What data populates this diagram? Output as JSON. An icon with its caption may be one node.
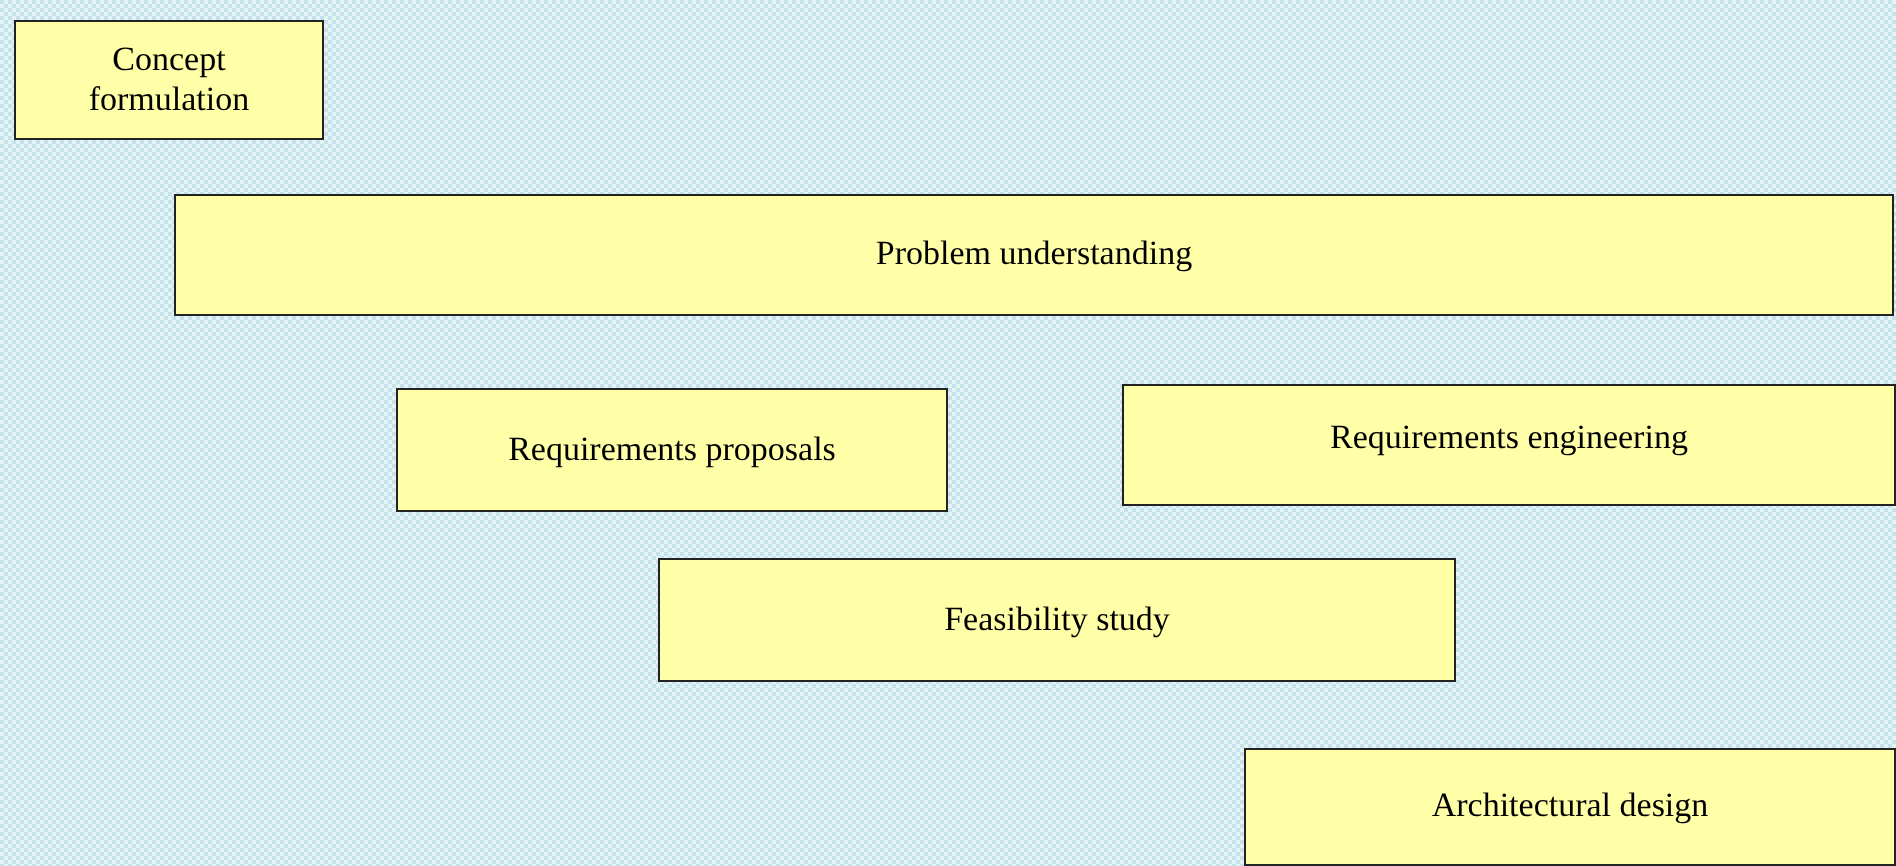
{
  "diagram": {
    "nodes": [
      {
        "text": [
          "Concept formulation"
        ]
      },
      {
        "text": [
          "Problem understanding"
        ]
      },
      {
        "text": [
          "Requirements proposals"
        ]
      },
      {
        "text": [
          "Requirements engineering"
        ]
      },
      {
        "text": [
          "Feasibility study"
        ]
      },
      {
        "text": [
          "Architectural design"
        ]
      }
    ]
  }
}
